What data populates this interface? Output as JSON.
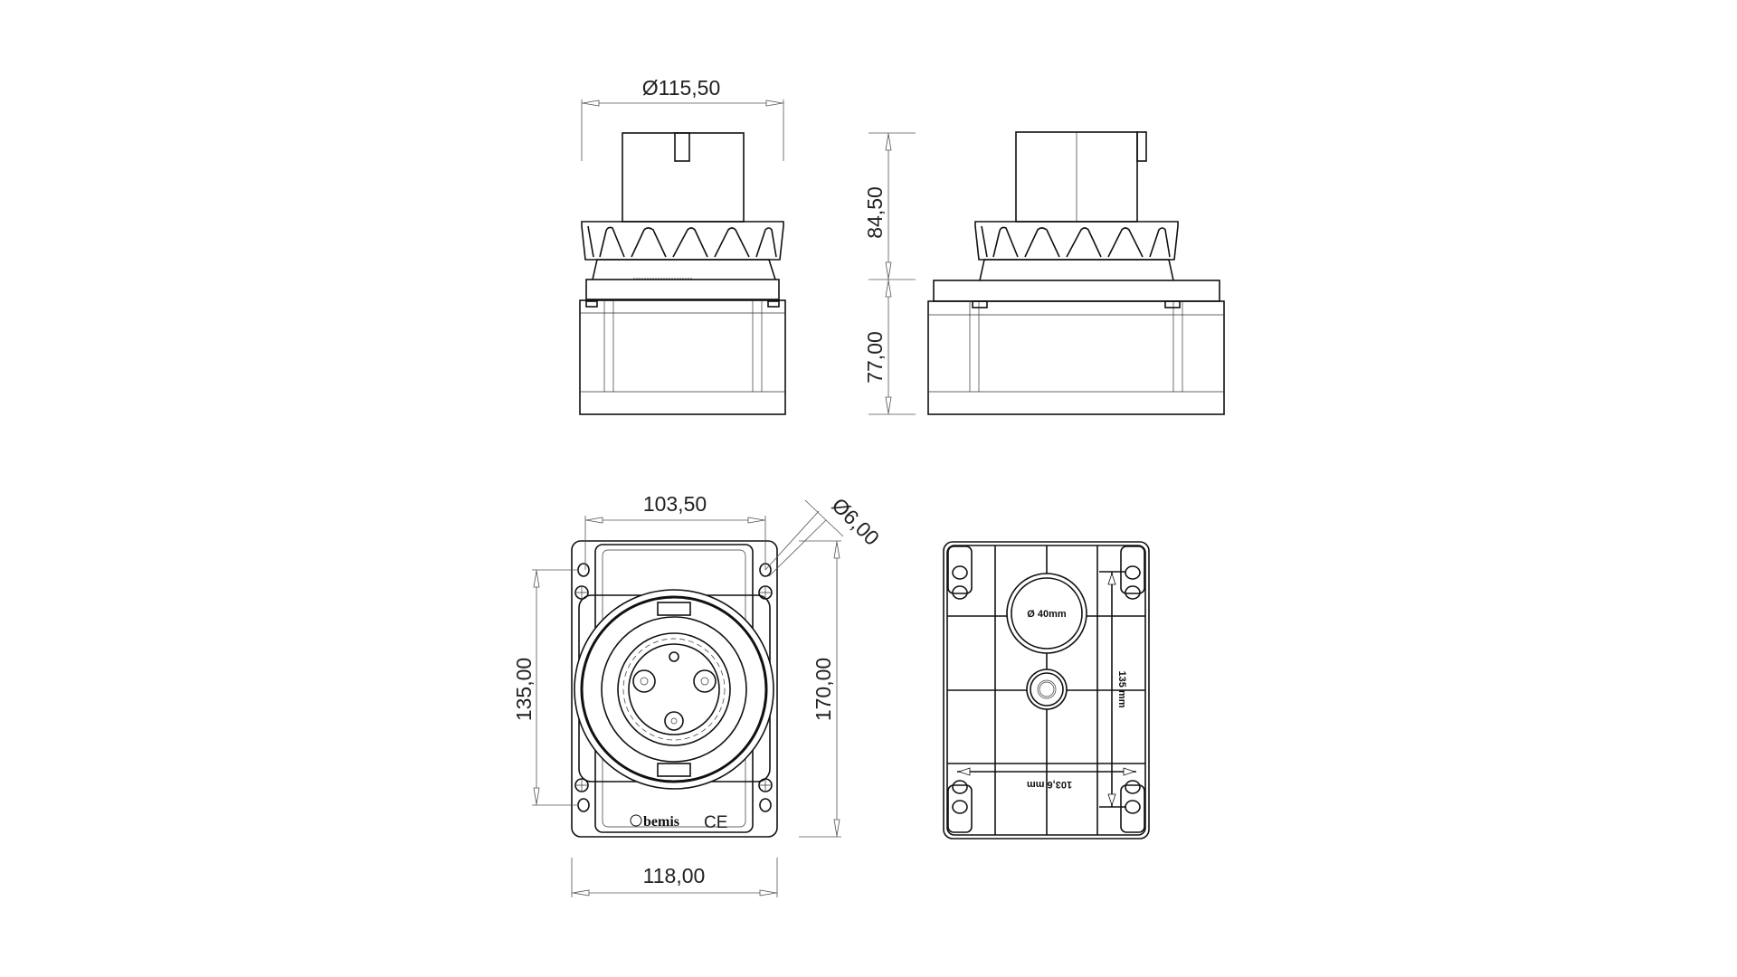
{
  "dimensions": {
    "diameter_top": "Ø115,50",
    "height_upper": "84,50",
    "height_lower": "77,00",
    "width_holes": "103,50",
    "hole_diameter": "Ø6,00",
    "height_holes": "135,00",
    "height_total": "170,00",
    "width_total": "118,00"
  },
  "back_view": {
    "cable_entry": "Ø 40mm",
    "vertical_spacing": "135 mm",
    "horizontal_spacing": "103,6 mm"
  },
  "front_view": {
    "brand": "bemis",
    "certification": "CE"
  }
}
